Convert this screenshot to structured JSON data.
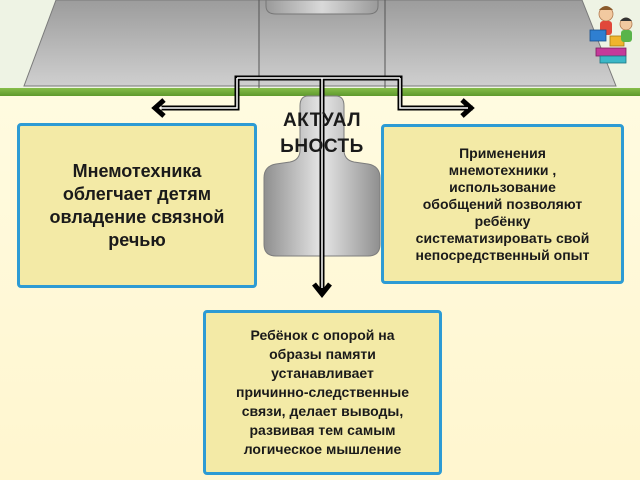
{
  "diagram": {
    "center_label": "АКТУАЛЬНОСТЬ",
    "center_label_lines": [
      "АКТУАЛ",
      "ЬНОСТЬ"
    ],
    "left_box": {
      "lines": [
        "Мнемотехника",
        "облегчает детям",
        "овладение связной",
        "речью"
      ]
    },
    "right_box": {
      "lines": [
        "Применения",
        "мнемотехники ,",
        "использование",
        "обобщений позволяют",
        "ребёнку",
        "систематизировать свой",
        "непосредственный опыт"
      ]
    },
    "bottom_box": {
      "lines": [
        "Ребёнок с опорой на",
        "образы памяти",
        "устанавливает",
        "причинно-следственные",
        "связи, делает выводы,",
        "развивая тем самым",
        "логическое мышление"
      ]
    }
  },
  "colors": {
    "box_fill": "#f3eaa6",
    "box_border": "#2d9bd4",
    "accent_green": "#6aa835"
  },
  "icons": {
    "illustration": "kids-with-books-illustration"
  }
}
